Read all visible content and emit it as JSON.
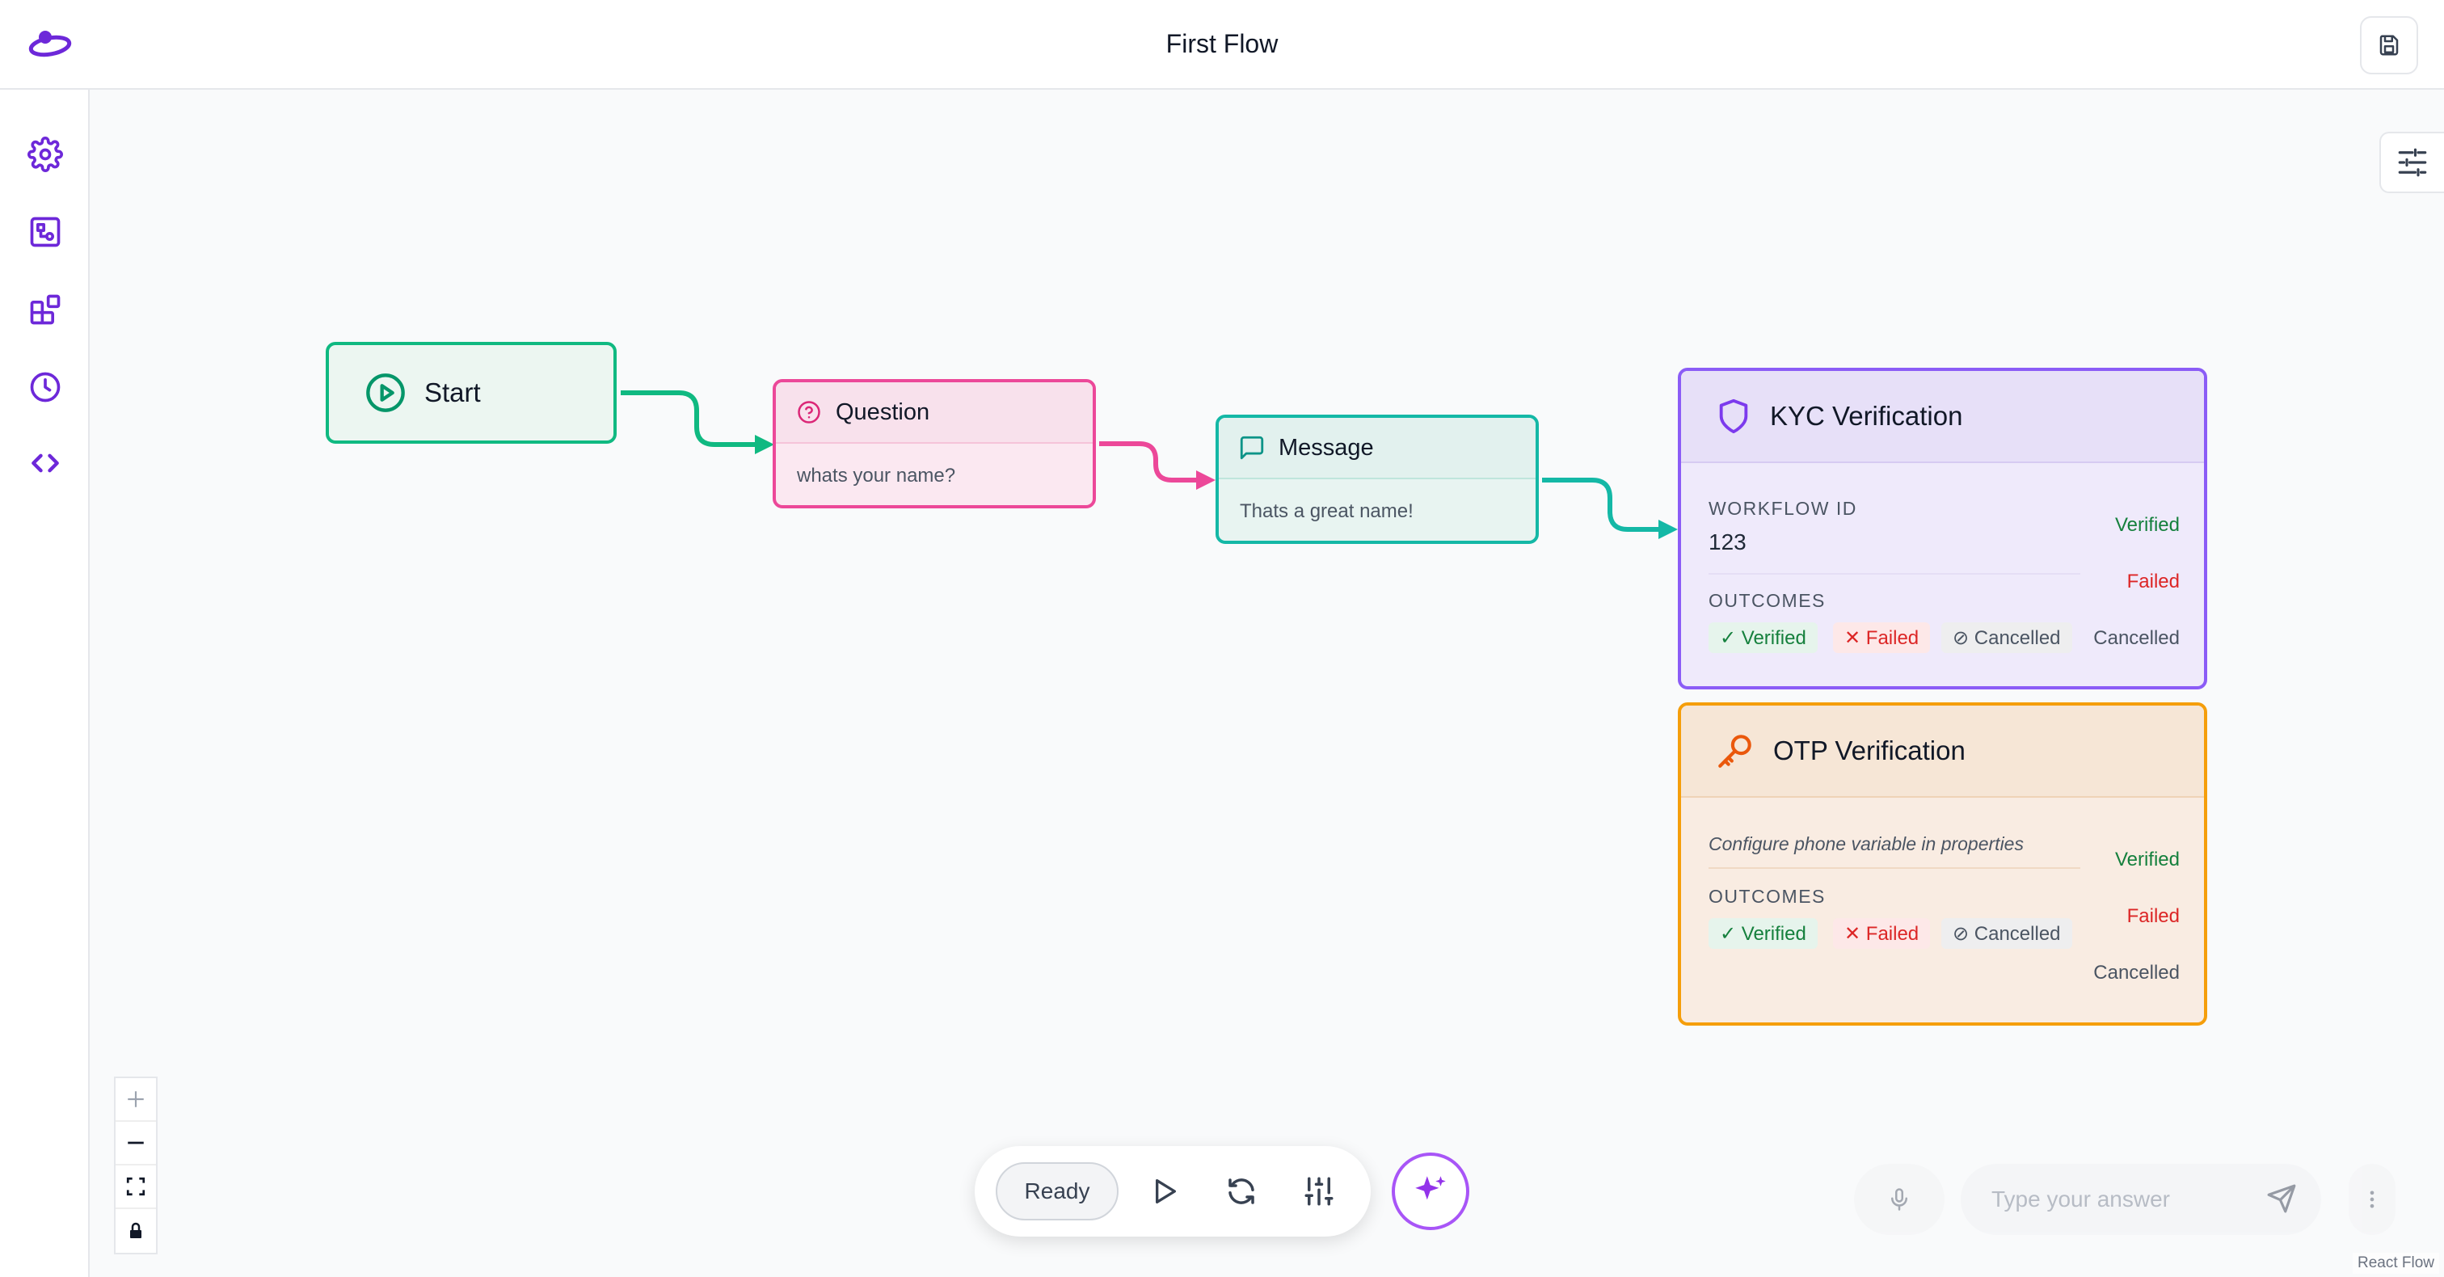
{
  "header": {
    "title": "First Flow"
  },
  "nodes": {
    "start": {
      "title": "Start"
    },
    "question": {
      "title": "Question",
      "text": "whats your name?"
    },
    "message": {
      "title": "Message",
      "text": "Thats a great name!"
    },
    "kyc": {
      "title": "KYC Verification",
      "workflow_label": "WORKFLOW ID",
      "workflow_value": "123",
      "outcomes_label": "OUTCOMES",
      "chips": [
        "✓ Verified",
        "✕ Failed",
        "⊘ Cancelled"
      ],
      "handles": [
        "Verified",
        "Failed",
        "Cancelled"
      ]
    },
    "otp": {
      "title": "OTP Verification",
      "hint": "Configure phone variable in properties",
      "outcomes_label": "OUTCOMES",
      "chips": [
        "✓ Verified",
        "✕ Failed",
        "⊘ Cancelled"
      ],
      "handles": [
        "Verified",
        "Failed",
        "Cancelled"
      ]
    }
  },
  "toolbar": {
    "status": "Ready"
  },
  "chat": {
    "placeholder": "Type your answer"
  },
  "footer": {
    "attribution": "React Flow"
  },
  "colors": {
    "accent": "#6d28d9",
    "start": "#10b981",
    "question": "#ec4899",
    "message": "#14b8a6",
    "kyc": "#8b5cf6",
    "otp": "#f59e0b"
  }
}
